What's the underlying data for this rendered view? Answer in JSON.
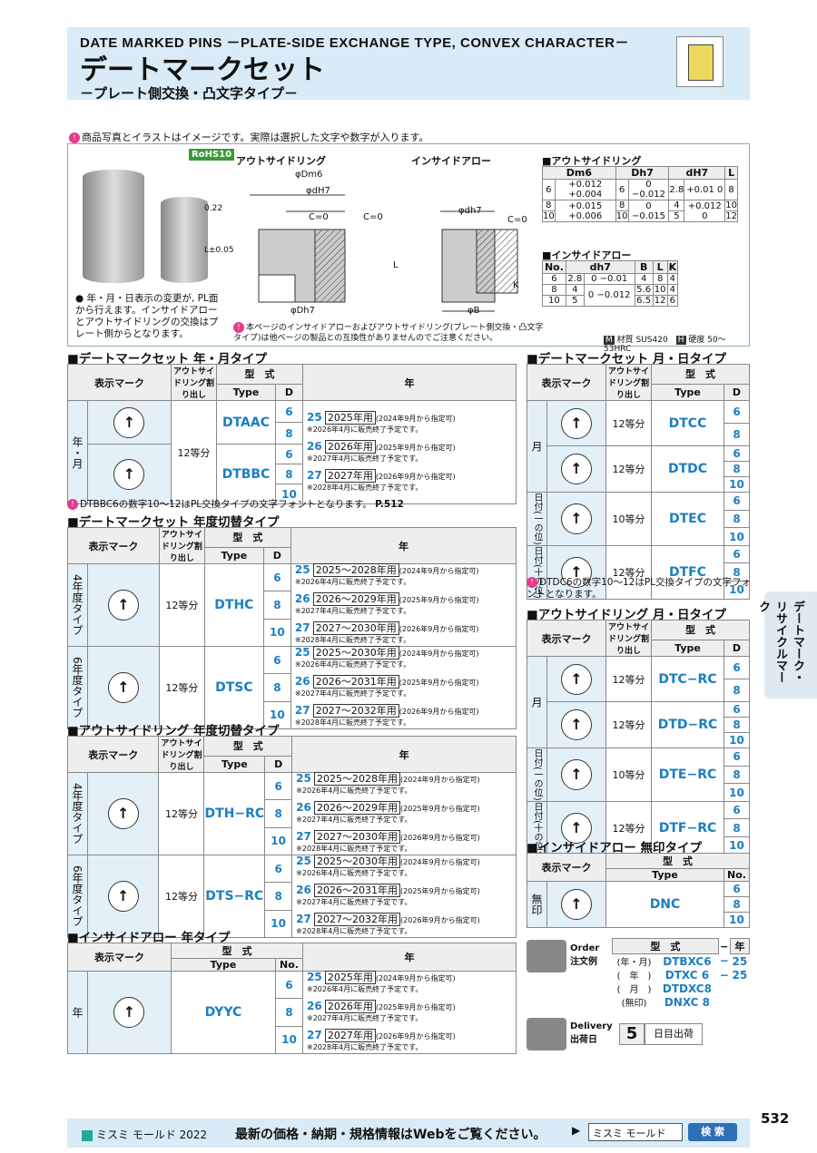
{
  "header": {
    "en": "DATE MARKED PINS －PLATE-SIDE EXCHANGE TYPE, CONVEX CHARACTER－",
    "jp": "デートマークセット",
    "sub": "－プレート側交換・凸文字タイプ－"
  },
  "notes": {
    "photo": "商品写真とイラストはイメージです。実際は選択した文字や数字が入ります。",
    "rohs": "RoHS10",
    "change": "● 年・月・日表示の変更が, PL面から行えます。インサイドアローとアウトサイドリングの交換はプレート側からとなります。",
    "compat": "本ページのインサイドアローおよびアウトサイドリング(プレート側交換・凸文字タイプ)は他ページの製品との互換性がありませんのでご注意ください。",
    "material": "材質 SUS420",
    "hardness": "硬度 50～53HRC",
    "m": "M",
    "h": "H"
  },
  "drawing": {
    "outside_title": "アウトサイドリング",
    "inside_title": "インサイドアロー",
    "dm": "φDm6",
    "dh": "φdH7",
    "dD": "φDh7",
    "dh2": "φdh7",
    "c": "C=0",
    "c2": "C=0",
    "l": "L±0.05",
    "l2": "L",
    "k": "K",
    "b": "φB",
    "v022": "0.22"
  },
  "outside_spec": {
    "title": "■アウトサイドリング",
    "headers": [
      "Dm6",
      "",
      "Dh7",
      "",
      "dH7",
      "",
      "L"
    ],
    "rows": [
      [
        "6",
        "+0.012 +0.004",
        "6",
        "0 −0.012",
        "2.8",
        "+0.01 0",
        "8"
      ],
      [
        "8",
        "+0.015 +0.006",
        "8",
        "0 −0.015",
        "4",
        "+0.012 0",
        "10"
      ],
      [
        "10",
        "",
        "10",
        "",
        "5",
        "",
        "12"
      ]
    ]
  },
  "inside_spec": {
    "title": "■インサイドアロー",
    "headers": [
      "No.",
      "dh7",
      "",
      "B",
      "L",
      "K"
    ],
    "rows": [
      [
        "6",
        "2.8",
        "0 −0.01",
        "4",
        "8",
        "4"
      ],
      [
        "8",
        "4",
        "0 −0.012",
        "5.6",
        "10",
        "4"
      ],
      [
        "10",
        "5",
        "",
        "6.5",
        "12",
        "6"
      ]
    ]
  },
  "col": {
    "mark": "表示マーク",
    "ring": "アウトサイドリング割り出し",
    "model": "型　式",
    "type": "Type",
    "d": "D",
    "no": "No.",
    "year": "年"
  },
  "sec1": {
    "title": "■デートマークセット 年・月タイプ",
    "group": "年・月",
    "div": "12等分",
    "rows": [
      {
        "type": "DTAAC",
        "d": [
          "6",
          "8"
        ]
      },
      {
        "type": "DTBBC",
        "d": [
          "6",
          "8",
          "10"
        ]
      }
    ],
    "years": [
      {
        "n": "25",
        "box": "2025年用",
        "note": "(2024年9月から指定可)",
        "end": "※2026年4月に販売終了予定です。"
      },
      {
        "n": "26",
        "box": "2026年用",
        "note": "(2025年9月から指定可)",
        "end": "※2027年4月に販売終了予定です。"
      },
      {
        "n": "27",
        "box": "2027年用",
        "note": "(2026年9月から指定可)",
        "end": "※2028年4月に販売終了予定です。"
      }
    ]
  },
  "note_dtbbc": "DTBBC6の数字10～12はPL交換タイプの文字フォントとなります。",
  "ref": "P.512",
  "sec2": {
    "title": "■デートマークセット 年度切替タイプ",
    "g1": "4年度タイプ",
    "g2": "6年度タイプ",
    "div": "12等分",
    "t1": "DTHC",
    "t2": "DTSC",
    "d": [
      "6",
      "8",
      "10"
    ],
    "y4": [
      {
        "n": "25",
        "box": "2025～2028年用",
        "note": "(2024年9月から指定可)",
        "end": "※2026年4月に販売終了予定です。"
      },
      {
        "n": "26",
        "box": "2026～2029年用",
        "note": "(2025年9月から指定可)",
        "end": "※2027年4月に販売終了予定です。"
      },
      {
        "n": "27",
        "box": "2027～2030年用",
        "note": "(2026年9月から指定可)",
        "end": "※2028年4月に販売終了予定です。"
      }
    ],
    "y6": [
      {
        "n": "25",
        "box": "2025～2030年用",
        "note": "(2024年9月から指定可)",
        "end": "※2026年4月に販売終了予定です。"
      },
      {
        "n": "26",
        "box": "2026～2031年用",
        "note": "(2025年9月から指定可)",
        "end": "※2027年4月に販売終了予定です。"
      },
      {
        "n": "27",
        "box": "2027～2032年用",
        "note": "(2026年9月から指定可)",
        "end": "※2028年4月に販売終了予定です。"
      }
    ]
  },
  "sec3": {
    "title": "■アウトサイドリング 年度切替タイプ",
    "t1": "DTH−RC",
    "t2": "DTS−RC"
  },
  "sec4": {
    "title": "■インサイドアロー 年タイプ",
    "group": "年",
    "type": "DYYC",
    "d": [
      "6",
      "8",
      "10"
    ],
    "years": [
      {
        "n": "25",
        "box": "2025年用",
        "note": "(2024年9月から指定可)",
        "end": "※2026年4月に販売終了予定です。"
      },
      {
        "n": "26",
        "box": "2026年用",
        "note": "(2025年9月から指定可)",
        "end": "※2027年4月に販売終了予定です。"
      },
      {
        "n": "27",
        "box": "2027年用",
        "note": "(2026年9月から指定可)",
        "end": "※2028年4月に販売終了予定です。"
      }
    ]
  },
  "sec5": {
    "title": "■デートマークセット 月・日タイプ",
    "g_month": "月",
    "g_d1": "日付(一の位)",
    "g_d10": "日付(十の位)",
    "rows": [
      {
        "div": "12等分",
        "type": "DTCC",
        "d": [
          "6",
          "8"
        ]
      },
      {
        "div": "12等分",
        "type": "DTDC",
        "d": [
          "6",
          "8",
          "10"
        ]
      },
      {
        "div": "10等分",
        "type": "DTEC",
        "d": [
          "6",
          "8",
          "10"
        ]
      },
      {
        "div": "12等分",
        "type": "DTFC",
        "d": [
          "6",
          "8",
          "10"
        ]
      }
    ]
  },
  "note_dtdc": "DTDC6の数字10～12はPL交換タイプの文字フォントとなります。",
  "sec6": {
    "title": "■アウトサイドリング 月・日タイプ",
    "rows": [
      {
        "div": "12等分",
        "type": "DTC−RC",
        "d": [
          "6",
          "8"
        ]
      },
      {
        "div": "12等分",
        "type": "DTD−RC",
        "d": [
          "6",
          "8",
          "10"
        ]
      },
      {
        "div": "10等分",
        "type": "DTE−RC",
        "d": [
          "6",
          "8",
          "10"
        ]
      },
      {
        "div": "12等分",
        "type": "DTF−RC",
        "d": [
          "6",
          "8",
          "10"
        ]
      }
    ]
  },
  "sec7": {
    "title": "■インサイドアロー 無印タイプ",
    "group": "無印",
    "type": "DNC",
    "d": [
      "6",
      "8",
      "10"
    ]
  },
  "order": {
    "label": "Order 注文例",
    "h1": "型　式",
    "dash": "−",
    "h2": "年",
    "rows": [
      [
        "(年・月)",
        "DTBXC6",
        "−",
        "25"
      ],
      [
        "(　年　)",
        "DTXC 6",
        "−",
        "25"
      ],
      [
        "(　月　)",
        "DTDXC8",
        "",
        ""
      ],
      [
        "(無印)",
        "DNXC 8",
        "",
        ""
      ]
    ]
  },
  "delivery": {
    "label": "Delivery 出荷日",
    "days": "5",
    "unit": "日目出荷"
  },
  "side": "デートマーク・リサイクルマーク",
  "footer": {
    "brand": "ミスミ モールド 2022",
    "msg": "最新の価格・納期・規格情報はWebをご覧ください。",
    "search_value": "ミスミ モールド",
    "search_btn": "検 索",
    "page": "532"
  }
}
